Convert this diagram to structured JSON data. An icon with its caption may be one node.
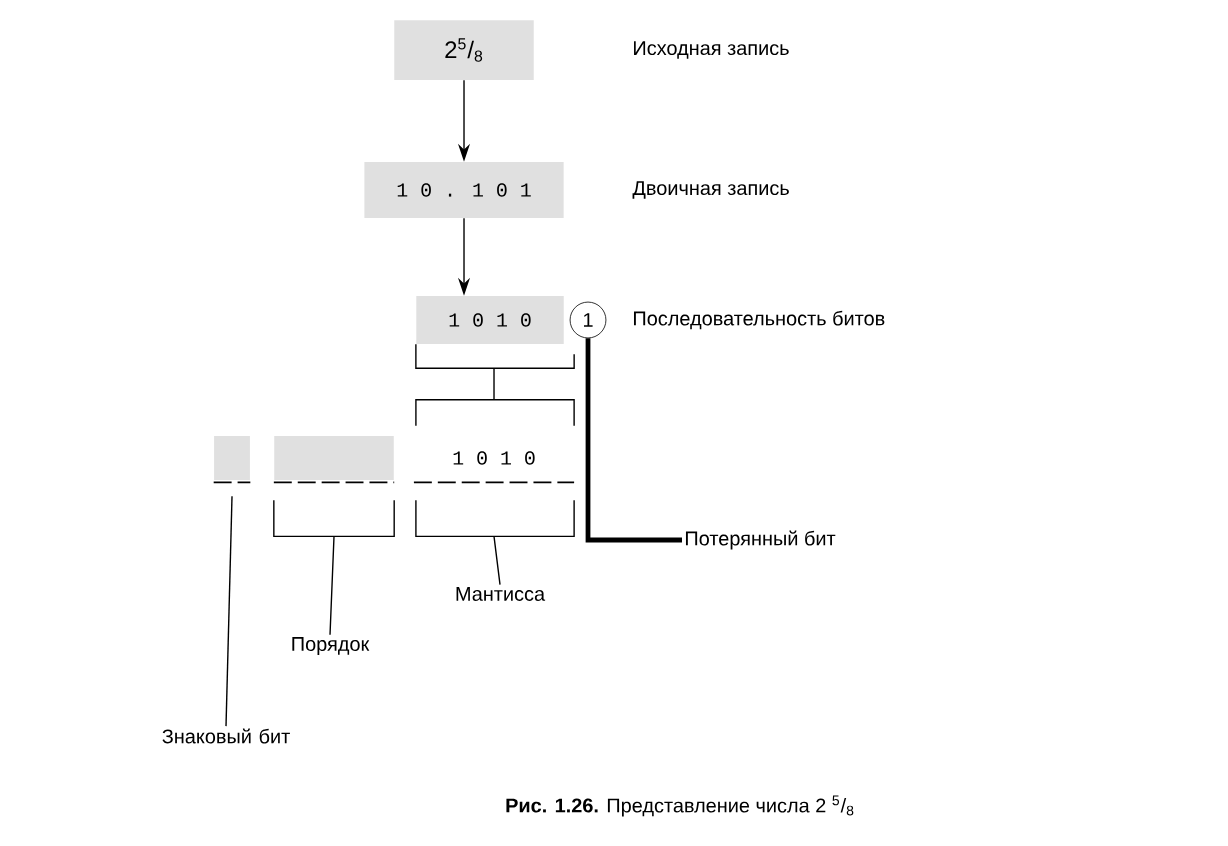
{
  "diagram": {
    "caption": "**Рис. 1.26.** Представление числа 2 $^{5}$/$_{8}$",
    "nodes": [
      {
        "text": [
          "2$^{5}$/$_{8}$"
        ]
      },
      {
        "text": [
          "1 0 . 1 0 1"
        ]
      },
      {
        "text": [
          "1 0 1 0"
        ]
      },
      {
        "text": [
          "1"
        ]
      },
      {
        "text": [],
        "shape": "box"
      },
      {
        "text": [],
        "shape": "box"
      },
      {
        "text": [
          "1 0 1 0"
        ]
      },
      {
        "text": [
          "Знаковый бит"
        ]
      },
      {
        "text": [
          "Порядок"
        ]
      },
      {
        "text": [
          "Мантисса"
        ]
      },
      {
        "text": [
          "Потерянный бит"
        ]
      }
    ],
    "edges": [
      {
        "from": 0,
        "to": 1,
        "arrow": "to"
      },
      {
        "from": 1,
        "to": 2,
        "arrow": "to"
      },
      {
        "from": 2,
        "to": 6,
        "arrow": "none"
      },
      {
        "from": 7,
        "to": 4,
        "arrow": "none"
      },
      {
        "from": 8,
        "to": 5,
        "arrow": "none"
      },
      {
        "from": 9,
        "to": 6,
        "arrow": "none"
      },
      {
        "from": 10,
        "to": 3,
        "arrow": "none",
        "style": "thick"
      }
    ],
    "labels": [
      "Исходная запись",
      "Двоичная запись",
      "Последовательность битов"
    ]
  }
}
